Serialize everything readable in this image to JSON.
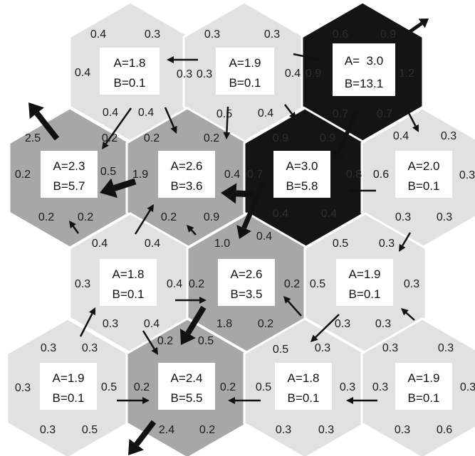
{
  "colors": {
    "light": "#e1e1e1",
    "mid": "#a7a7a7",
    "dark": "#141414",
    "box": "#ffffff",
    "arrow": "#111111"
  },
  "cells": [
    {
      "a": "A=1.8",
      "b": "B=0.1"
    },
    {
      "a": "A=1.9",
      "b": "B=0.1"
    },
    {
      "a": "A=  3.0",
      "b": "B=13.1"
    },
    {
      "a": "A=2.3",
      "b": "B=5.7"
    },
    {
      "a": "A=2.6",
      "b": "B=3.6"
    },
    {
      "a": "A=3.0",
      "b": "B=5.8"
    },
    {
      "a": "A=2.0",
      "b": "B=0.1"
    },
    {
      "a": "A=1.8",
      "b": "B=0.1"
    },
    {
      "a": "A=2.6",
      "b": "B=3.5"
    },
    {
      "a": "A=1.9",
      "b": "B=0.1"
    },
    {
      "a": "A=1.9",
      "b": "B=0.1"
    },
    {
      "a": "A=2.4",
      "b": "B=5.5"
    },
    {
      "a": "A=1.8",
      "b": "B=0.1"
    },
    {
      "a": "A=1.9",
      "b": "B=0.1"
    }
  ],
  "labels": [
    "0.4",
    "0.3",
    "0.3",
    "0.3",
    "0.4",
    "0.3",
    "0.3",
    "0.4",
    "0.4",
    "0.4",
    "0.5",
    "0.4",
    "2.5",
    "0.2",
    "0.2",
    "0.2",
    "0.4",
    "0.3",
    "0.2",
    "0.5",
    "1.9",
    "0.4",
    "0.6",
    "0.3",
    "0.2",
    "0.2",
    "0.2",
    "0.9",
    "0.3",
    "0.3",
    "0.4",
    "0.4",
    "1.0",
    "0.4",
    "0.5",
    "0.3",
    "0.3",
    "0.4",
    "0.2",
    "0.2",
    "0.5",
    "0.3",
    "0.3",
    "0.4",
    "1.8",
    "0.2",
    "0.3",
    "0.3",
    "0.2",
    "0.5",
    "0.3",
    "0.3",
    "0.5",
    "0.3",
    "0.3",
    "0.3",
    "0.3",
    "0.5",
    "0.2",
    "0.2",
    "0.5",
    "0.3",
    "0.3",
    "0.3",
    "0.3",
    "0.5",
    "2.4",
    "0.2",
    "0.3",
    "0.3",
    "0.3",
    "0.6",
    "0.6",
    "0.9",
    "0.9",
    "1.2",
    "0.7",
    "0.7",
    "0.9",
    "0.9",
    "0.7",
    "0.8",
    "0.4",
    "0.4"
  ]
}
